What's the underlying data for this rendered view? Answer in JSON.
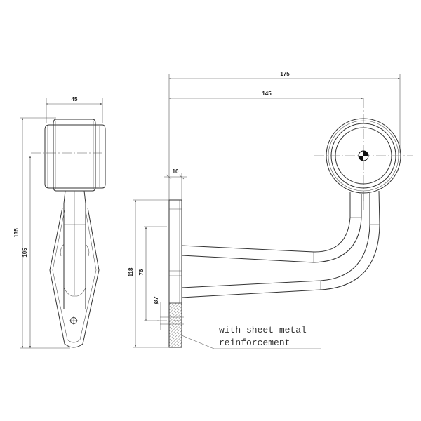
{
  "front_view": {
    "dims": {
      "width": "45",
      "height_total": "135",
      "height_center": "105"
    }
  },
  "side_view": {
    "dims": {
      "overall_length": "175",
      "center_length": "145",
      "plate_thickness": "10",
      "plate_height": "118",
      "hole_spacing": "76",
      "hole_diameter": "Ø7"
    },
    "note": {
      "line1": "with sheet metal",
      "line2": "reinforcement"
    }
  }
}
